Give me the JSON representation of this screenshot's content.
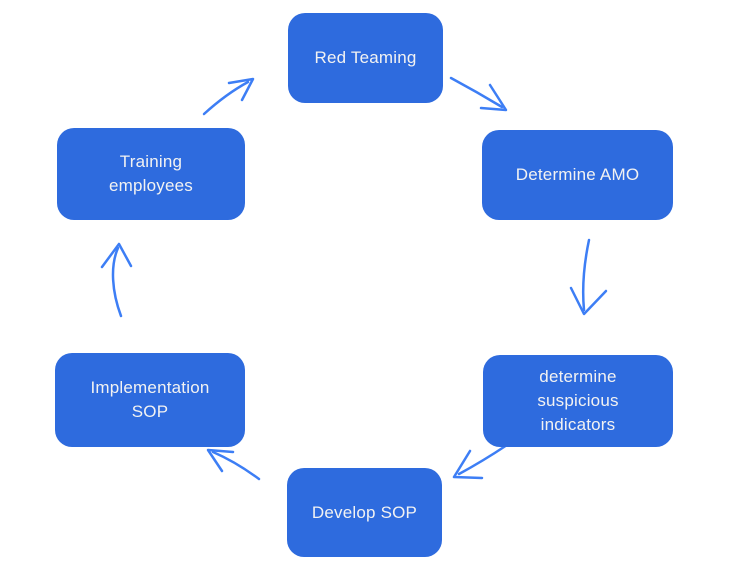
{
  "colors": {
    "background": "#ffffff",
    "node-fill": "#2e6bde",
    "node-text": "#f2f2f2",
    "arrow-stroke": "#3d7ef5"
  },
  "diagram": {
    "nodes": [
      {
        "id": "red-teaming",
        "label": "Red Teaming"
      },
      {
        "id": "determine-amo",
        "label": "Determine AMO"
      },
      {
        "id": "determine-suspicious-indicators",
        "label": "determine\nsuspicious\nindicators"
      },
      {
        "id": "develop-sop",
        "label": "Develop SOP"
      },
      {
        "id": "implementation-sop",
        "label": "Implementation\nSOP"
      },
      {
        "id": "training-employees",
        "label": "Training\nemployees"
      }
    ],
    "edges": [
      {
        "from": "red-teaming",
        "to": "determine-amo"
      },
      {
        "from": "determine-amo",
        "to": "determine-suspicious-indicators"
      },
      {
        "from": "determine-suspicious-indicators",
        "to": "develop-sop"
      },
      {
        "from": "develop-sop",
        "to": "implementation-sop"
      },
      {
        "from": "implementation-sop",
        "to": "training-employees"
      },
      {
        "from": "training-employees",
        "to": "red-teaming"
      }
    ]
  }
}
